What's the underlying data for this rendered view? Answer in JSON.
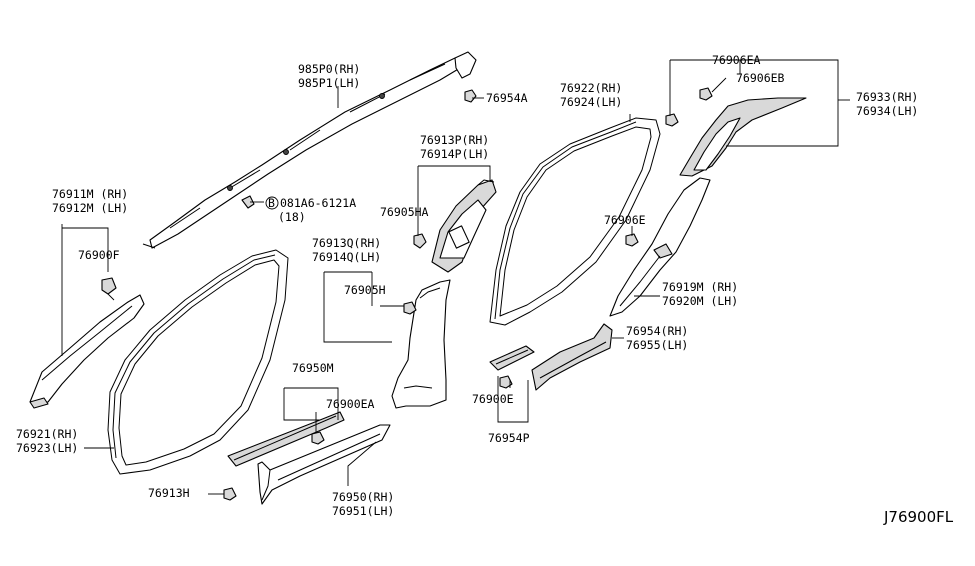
{
  "diagram_code": "J76900FL",
  "labels": {
    "p985P0": "985P0(RH)",
    "p985P1": "985P1(LH)",
    "p76954A": "76954A",
    "p081A6": "081A6-6121A",
    "p081A6_circle": "B",
    "p081A6_qty": "(18)",
    "p76911M": "76911M (RH)",
    "p76912M": "76912M (LH)",
    "p76900F": "76900F",
    "p76921": "76921(RH)",
    "p76923": "76923(LH)",
    "p76913P": "76913P(RH)",
    "p76914P": "76914P(LH)",
    "p76905HA": "76905HA",
    "p76913Q": "76913Q(RH)",
    "p76914Q": "76914Q(LH)",
    "p76905H": "76905H",
    "p76950M": "76950M",
    "p76900EA": "76900EA",
    "p76913H": "76913H",
    "p76950": "76950(RH)",
    "p76951": "76951(LH)",
    "p76922": "76922(RH)",
    "p76924": "76924(LH)",
    "p76906EA": "76906EA",
    "p76906EB": "76906EB",
    "p76933": "76933(RH)",
    "p76934": "76934(LH)",
    "p76906E": "76906E",
    "p76919M": "76919M (RH)",
    "p76920M": "76920M (LH)",
    "p76954": "76954(RH)",
    "p76955": "76955(LH)",
    "p76900E": "76900E",
    "p76954P": "76954P"
  }
}
